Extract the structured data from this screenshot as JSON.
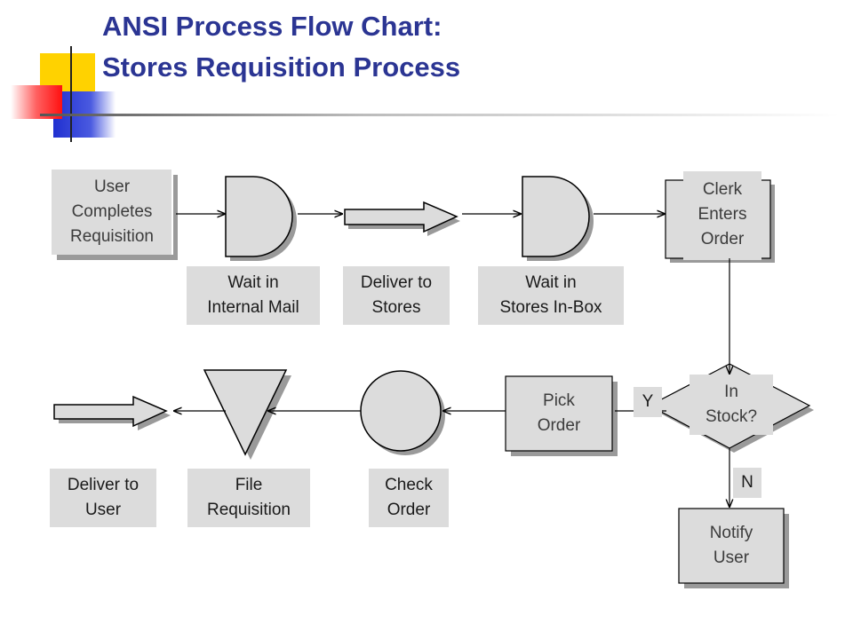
{
  "title": {
    "line1": "ANSI Process Flow Chart:",
    "line2": "Stores Requisition Process"
  },
  "colors": {
    "title": "#2b3593",
    "deco_yellow": "#ffd200",
    "deco_blue": "#2433c8",
    "deco_red": "#ff2020",
    "shape_fill": "#dcdcdc",
    "shape_shadow": "#9a9a9a"
  },
  "nodes": {
    "user_completes": "User\nCompletes\nRequisition",
    "wait_mail": "Wait in\nInternal Mail",
    "deliver_stores": "Deliver to\nStores",
    "wait_inbox": "Wait in\nStores In-Box",
    "clerk_enters": "Clerk\nEnters\nOrder",
    "in_stock": "In\nStock?",
    "yes": "Y",
    "no": "N",
    "notify_user": "Notify\nUser",
    "pick_order": "Pick\nOrder",
    "check_order": "Check\nOrder",
    "file_requisition": "File\nRequisition",
    "deliver_user": "Deliver to\nUser"
  },
  "flow": [
    "User Completes Requisition",
    "Wait in Internal Mail",
    "Deliver to Stores",
    "Wait in Stores In-Box",
    "Clerk Enters Order",
    "In Stock?",
    "Pick Order",
    "Check Order",
    "File Requisition",
    "Deliver to User"
  ]
}
